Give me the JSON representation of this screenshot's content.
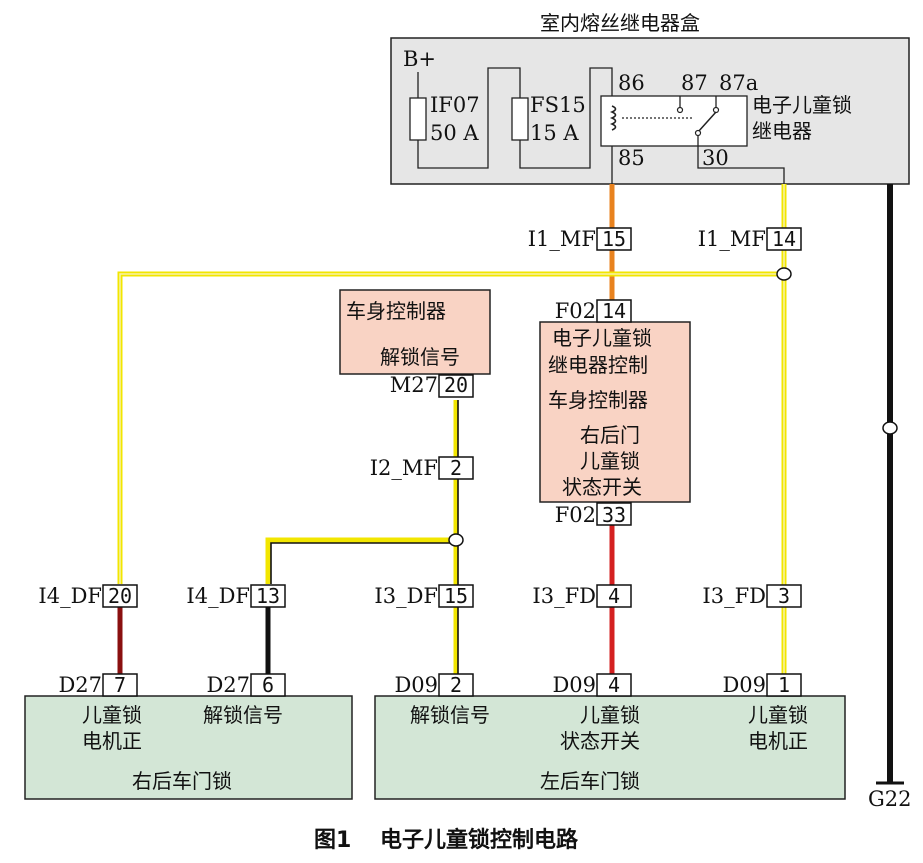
{
  "relay_box": {
    "title": "室内熔丝继电器盒",
    "supply": "B+",
    "fuse1": {
      "name": "IF07",
      "rating": "50 A"
    },
    "fuse2": {
      "name": "FS15",
      "rating": "15 A"
    },
    "relay_pins": {
      "p86": "86",
      "p87": "87",
      "p87a": "87a",
      "p85": "85",
      "p30": "30"
    },
    "relay_name": [
      "电子儿童锁",
      "继电器"
    ]
  },
  "connectors": {
    "i1_left": {
      "name": "I1_MF",
      "pin": "15"
    },
    "i1_right": {
      "name": "I1_MF",
      "pin": "14"
    },
    "f02_top": {
      "name": "F02",
      "pin": "14"
    },
    "f02_bot": {
      "name": "F02",
      "pin": "33"
    },
    "m27": {
      "name": "M27",
      "pin": "20"
    },
    "i2": {
      "name": "I2_MF",
      "pin": "2"
    },
    "i4_a": {
      "name": "I4_DF",
      "pin": "20"
    },
    "i4_b": {
      "name": "I4_DF",
      "pin": "13"
    },
    "i3_df": {
      "name": "I3_DF",
      "pin": "15"
    },
    "i3_fd_a": {
      "name": "I3_FD",
      "pin": "4"
    },
    "i3_fd_b": {
      "name": "I3_FD",
      "pin": "3"
    },
    "d27_a": {
      "name": "D27",
      "pin": "7"
    },
    "d27_b": {
      "name": "D27",
      "pin": "6"
    },
    "d09_a": {
      "name": "D09",
      "pin": "2"
    },
    "d09_b": {
      "name": "D09",
      "pin": "4"
    },
    "d09_c": {
      "name": "D09",
      "pin": "1"
    }
  },
  "bcm_small": {
    "title": "车身控制器",
    "signal": "解锁信号"
  },
  "bcm_big": {
    "lines": [
      "电子儿童锁",
      "继电器控制",
      "车身控制器",
      "右后门",
      "儿童锁",
      "状态开关"
    ]
  },
  "right_rear_lock": {
    "func1": [
      "儿童锁",
      "电机正"
    ],
    "func2": "解锁信号",
    "title": "右后车门锁"
  },
  "left_rear_lock": {
    "func1": "解锁信号",
    "func2": [
      "儿童锁",
      "状态开关"
    ],
    "func3": [
      "儿童锁",
      "电机正"
    ],
    "title": "左后车门锁"
  },
  "ground": "G22",
  "caption": {
    "number": "图1",
    "text": "电子儿童锁控制电路"
  },
  "colors": {
    "wire_yellow": "#f2e600",
    "wire_orange": "#e8821e",
    "wire_red": "#d42020",
    "wire_brown": "#8a1010",
    "wire_black": "#111111",
    "box_grey": "#e6e6e6",
    "module_pink": "#f9d3c4",
    "lock_green": "#d3e6d6"
  }
}
